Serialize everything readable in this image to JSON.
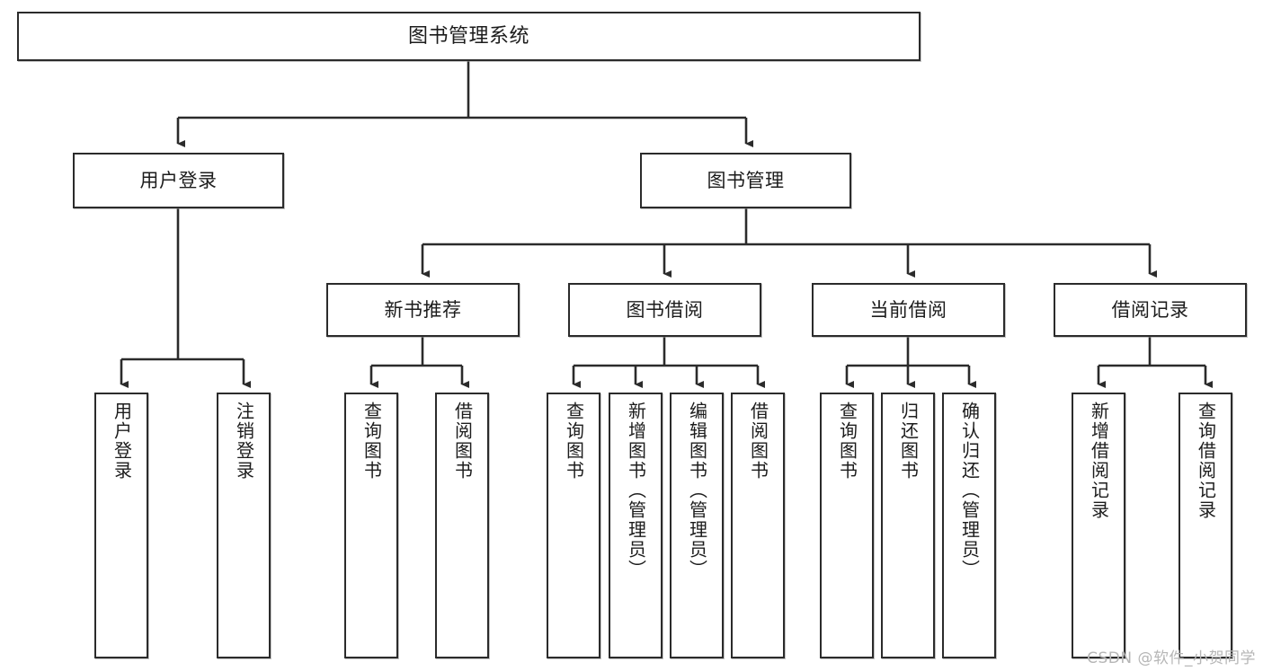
{
  "diagram": {
    "title": "图书管理系统",
    "type": "tree",
    "watermark": "CSDN @软件_小贺同学",
    "levels": {
      "root": [
        "图书管理系统"
      ],
      "level2": [
        "用户登录",
        "图书管理"
      ],
      "level3": [
        "新书推荐",
        "图书借阅",
        "当前借阅",
        "借阅记录"
      ],
      "leaves": [
        "用户登录",
        "注销登录",
        "查询图书",
        "借阅图书",
        "查询图书",
        "新增图书（管理员）",
        "编辑图书（管理员）",
        "借阅图书",
        "查询图书",
        "归还图书",
        "确认归还（管理员）",
        "新增借阅记录",
        "查询借阅记录"
      ]
    },
    "nodes": {
      "root": {
        "label": "图书管理系统"
      },
      "user_login": {
        "label": "用户登录"
      },
      "book_mgmt": {
        "label": "图书管理"
      },
      "new_book_rec": {
        "label": "新书推荐"
      },
      "book_borrow": {
        "label": "图书借阅"
      },
      "current_borrow": {
        "label": "当前借阅"
      },
      "borrow_record": {
        "label": "借阅记录"
      },
      "leaf_user_login": {
        "label": "用户登录"
      },
      "leaf_logout": {
        "label": "注销登录"
      },
      "leaf_query_book_a": {
        "label": "查询图书"
      },
      "leaf_borrow_book_a": {
        "label": "借阅图书"
      },
      "leaf_query_book_b": {
        "label": "查询图书"
      },
      "leaf_add_book": {
        "label": "新增图书（管理员）"
      },
      "leaf_edit_book": {
        "label": "编辑图书（管理员）"
      },
      "leaf_borrow_book_b": {
        "label": "借阅图书"
      },
      "leaf_query_book_c": {
        "label": "查询图书"
      },
      "leaf_return_book": {
        "label": "归还图书"
      },
      "leaf_confirm_return": {
        "label": "确认归还（管理员）"
      },
      "leaf_add_record": {
        "label": "新增借阅记录"
      },
      "leaf_query_record": {
        "label": "查询借阅记录"
      }
    },
    "colors": {
      "stroke": "#2b2b2b",
      "fill": "#ffffff",
      "text": "#1c1c1c",
      "watermark": "#b6b6b6"
    }
  }
}
